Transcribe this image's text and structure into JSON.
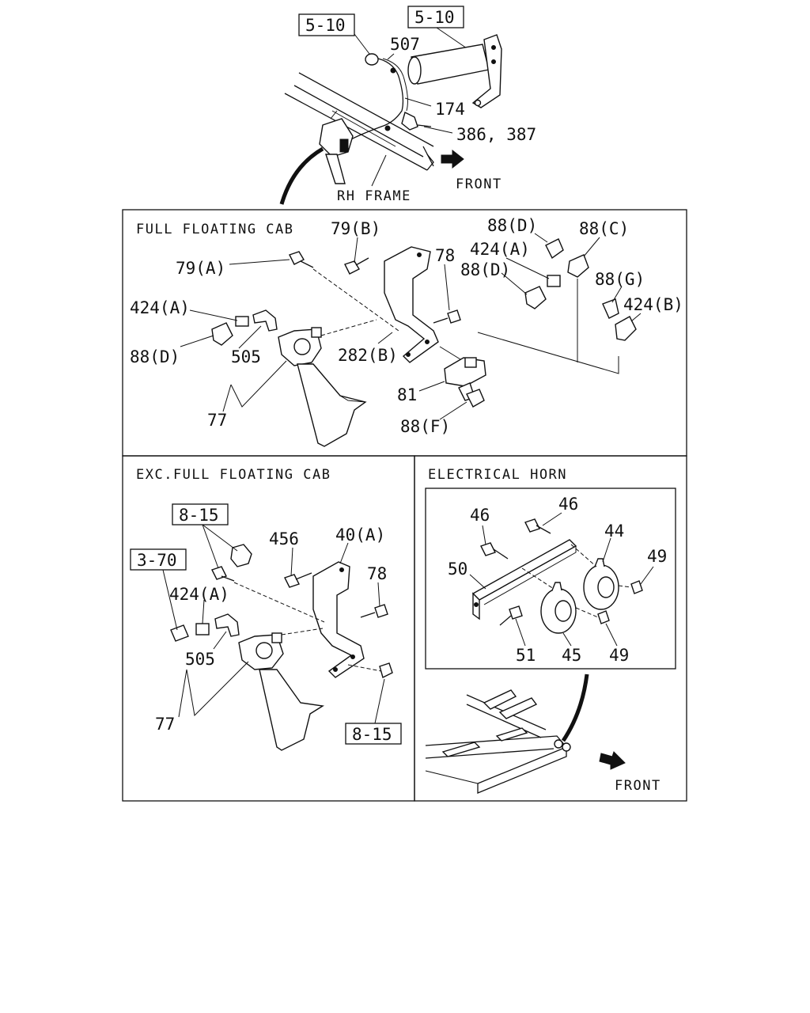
{
  "top_view": {
    "ref_left": "5-10",
    "ref_right": "5-10",
    "callouts": {
      "c507": "507",
      "c174": "174",
      "c386": "386, 387"
    },
    "rh_frame": "RH FRAME",
    "front": "FRONT"
  },
  "full_floating": {
    "title": "FULL FLOATING CAB",
    "callouts": {
      "c79b": "79(B)",
      "c79a": "79(A)",
      "c88d_top": "88(D)",
      "c88c": "88(C)",
      "c424a_top": "424(A)",
      "c78": "78",
      "c88d_mid": "88(D)",
      "c88g": "88(G)",
      "c424b": "424(B)",
      "c424a_left": "424(A)",
      "c88d_left": "88(D)",
      "c505": "505",
      "c282b": "282(B)",
      "c81": "81",
      "c77": "77",
      "c88f": "88(F)"
    }
  },
  "exc_full_floating": {
    "title": "EXC.FULL FLOATING CAB",
    "ref_815_top": "8-15",
    "ref_370": "3-70",
    "ref_815_bottom": "8-15",
    "callouts": {
      "c456": "456",
      "c40a": "40(A)",
      "c424a": "424(A)",
      "c78": "78",
      "c505": "505",
      "c77": "77"
    }
  },
  "electrical_horn": {
    "title": "ELECTRICAL HORN",
    "callouts": {
      "c46_left": "46",
      "c46_right": "46",
      "c44": "44",
      "c49_top": "49",
      "c50": "50",
      "c51": "51",
      "c45": "45",
      "c49_bottom": "49"
    },
    "front": "FRONT"
  }
}
